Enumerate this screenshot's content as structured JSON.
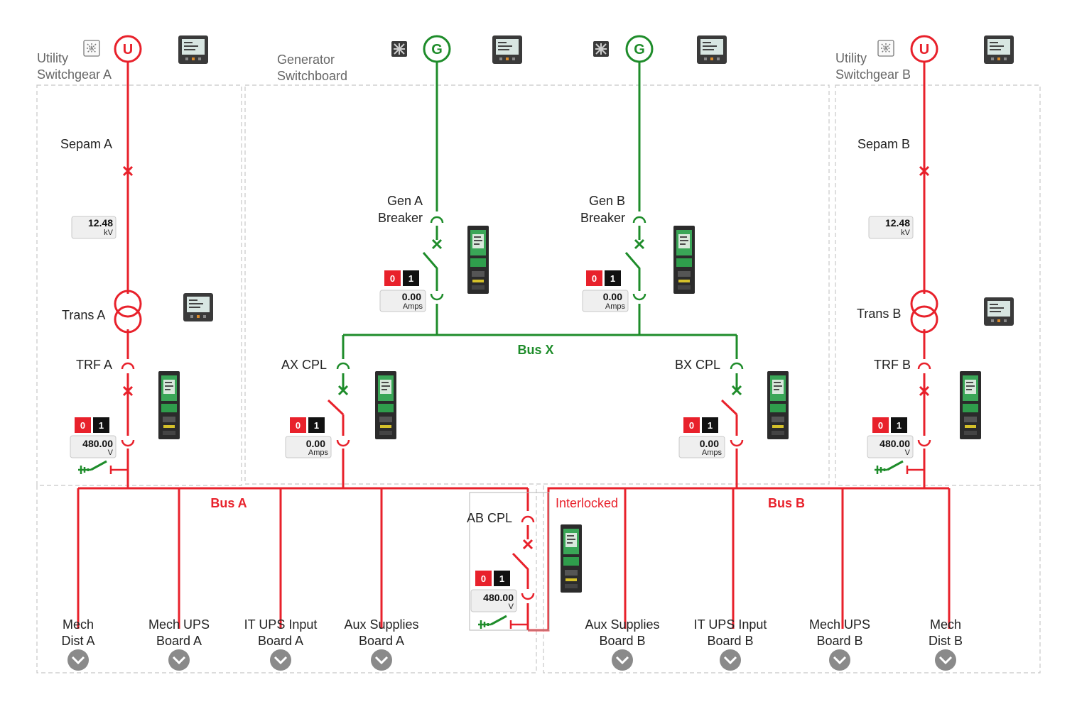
{
  "sections": {
    "utility_a": [
      "Utility",
      "Switchgear A"
    ],
    "generator": [
      "Generator",
      "Switchboard"
    ],
    "utility_b": [
      "Utility",
      "Switchgear B"
    ]
  },
  "sources": {
    "utility_letter": "U",
    "generator_letter": "G"
  },
  "devices": {
    "sepam_a": "Sepam A",
    "sepam_b": "Sepam B",
    "trans_a": "Trans A",
    "trans_b": "Trans B",
    "trf_a": "TRF A",
    "trf_b": "TRF B",
    "gen_a": [
      "Gen A",
      "Breaker"
    ],
    "gen_b": [
      "Gen B",
      "Breaker"
    ],
    "ax_cpl": "AX CPL",
    "bx_cpl": "BX CPL",
    "ab_cpl": "AB CPL"
  },
  "buses": {
    "bus_a": "Bus A",
    "bus_b": "Bus B",
    "bus_x": "Bus X",
    "interlocked": "Interlocked"
  },
  "indicator": {
    "off": "0",
    "on": "1"
  },
  "meters": {
    "sepam_a": {
      "value": "12.48",
      "unit": "kV"
    },
    "sepam_b": {
      "value": "12.48",
      "unit": "kV"
    },
    "trf_a": {
      "value": "480.00",
      "unit": "V"
    },
    "trf_b": {
      "value": "480.00",
      "unit": "V"
    },
    "gen_a": {
      "value": "0.00",
      "unit": "Amps"
    },
    "gen_b": {
      "value": "0.00",
      "unit": "Amps"
    },
    "ax_cpl": {
      "value": "0.00",
      "unit": "Amps"
    },
    "bx_cpl": {
      "value": "0.00",
      "unit": "Amps"
    },
    "ab_cpl": {
      "value": "480.00",
      "unit": "V"
    }
  },
  "feeders": [
    [
      "Mech",
      "Dist A"
    ],
    [
      "Mech UPS",
      "Board A"
    ],
    [
      "IT UPS Input",
      "Board A"
    ],
    [
      "Aux Supplies",
      "Board A"
    ],
    [
      "Aux Supplies",
      "Board B"
    ],
    [
      "IT UPS Input",
      "Board B"
    ],
    [
      "Mech UPS",
      "Board B"
    ],
    [
      "Mech",
      "Dist B"
    ]
  ],
  "colors": {
    "energized": "#e8212b",
    "generator": "#1e8c2a",
    "off_indicator": "#e8212b",
    "on_indicator": "#111111",
    "expand_button": "#8a8a8a"
  }
}
